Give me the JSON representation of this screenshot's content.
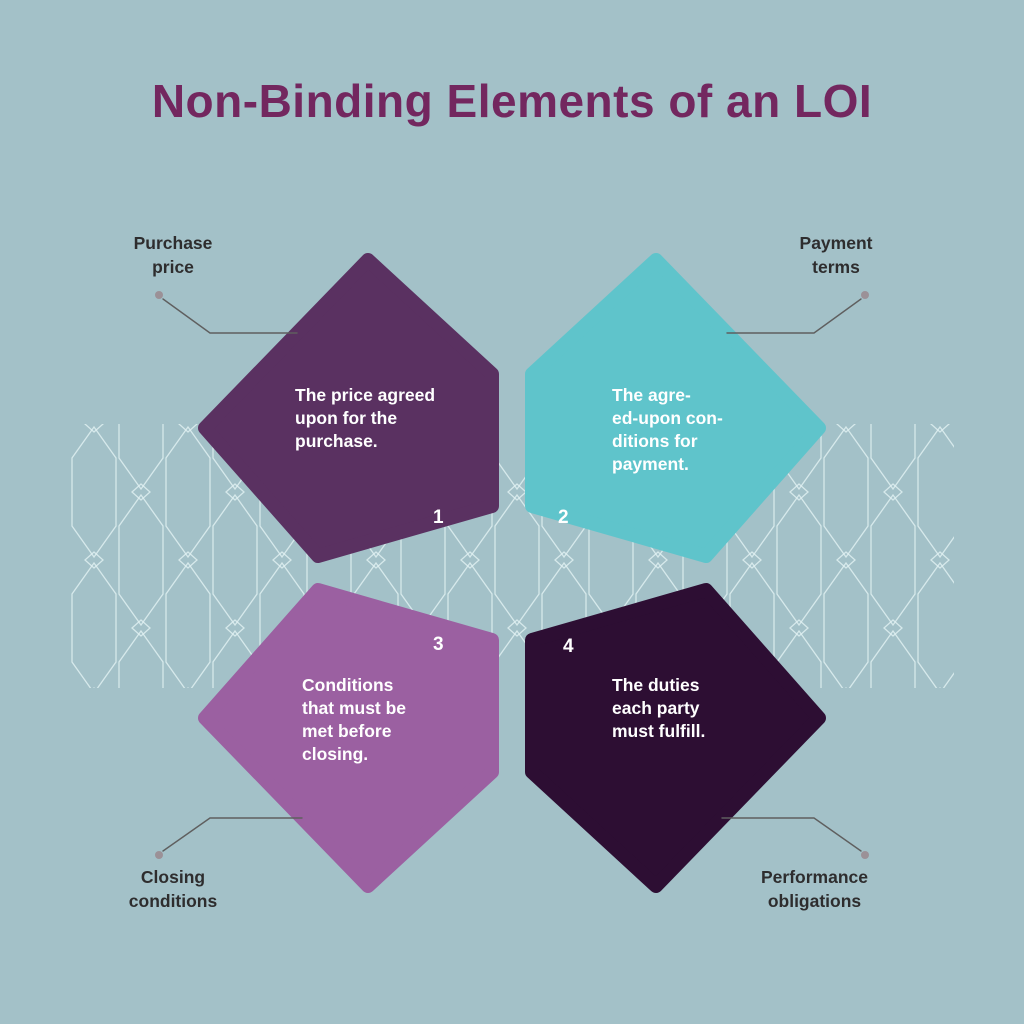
{
  "title": {
    "text": "Non-Binding Elements of an LOI",
    "color": "#73275f"
  },
  "background_color": "#a3c1c8",
  "petals": [
    {
      "number": "1",
      "label": "Purchase\nprice",
      "description": "The price agreed\nupon for the\npurchase.",
      "color": "#5a3161",
      "text_color": "#ffffff"
    },
    {
      "number": "2",
      "label": "Payment\nterms",
      "description": "The agre-\ned-upon con-\nditions for\npayment.",
      "color": "#5fc4cb",
      "text_color": "#ffffff"
    },
    {
      "number": "3",
      "label": "Closing\nconditions",
      "description": "Conditions\nthat must be\nmet before\nclosing.",
      "color": "#9b60a1",
      "text_color": "#ffffff"
    },
    {
      "number": "4",
      "label": "Performance\nobligations",
      "description": "The duties\neach party\nmust fulfill.",
      "color": "#2d0e33",
      "text_color": "#ffffff"
    }
  ],
  "decor": {
    "pattern": "ogee-lattice-band",
    "stroke_color": "#dff0f1",
    "connector_color": "#5f5f5f",
    "dot_color": "#9b9197"
  }
}
